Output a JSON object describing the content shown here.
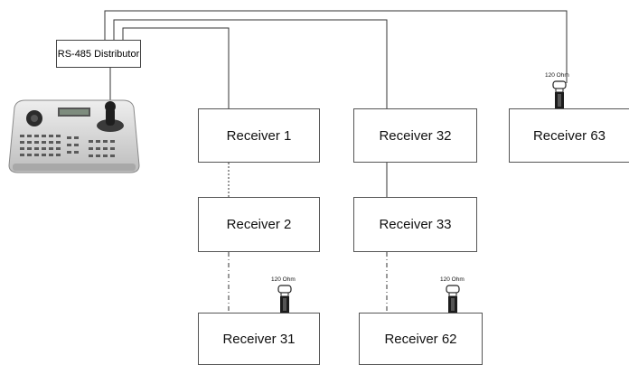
{
  "distributor": {
    "label": "RS-485 Distributor"
  },
  "receivers": {
    "r1": "Receiver 1",
    "r2": "Receiver 2",
    "r31": "Receiver 31",
    "r32": "Receiver 32",
    "r33": "Receiver 33",
    "r62": "Receiver 62",
    "r63": "Receiver 63"
  },
  "terminator": {
    "label": "120 Ohm"
  },
  "icons": [
    "keyboard-controller-icon",
    "terminator-resistor-icon"
  ],
  "colors": {
    "line": "#333333",
    "box_border": "#555555",
    "keyboard_body": "#d9d9d9"
  }
}
